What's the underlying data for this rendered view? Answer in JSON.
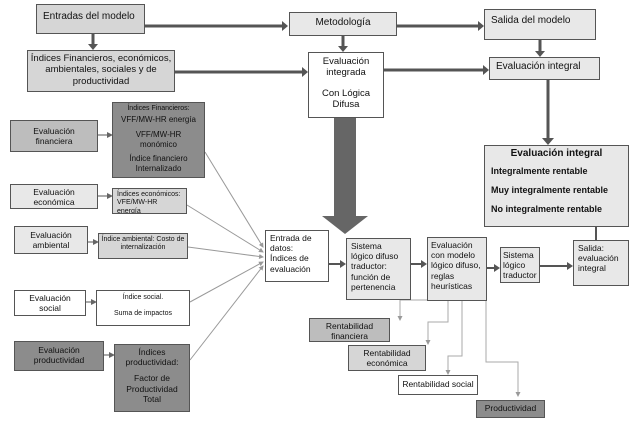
{
  "nodes": {
    "entradas": "Entradas del modelo",
    "metodologia": "Metodología",
    "salida_modelo": "Salida del modelo",
    "indices_top": "Índices Financieros, económicos, ambientales, sociales y de productividad",
    "eval_integrada": [
      "Evaluación",
      "integrada",
      "Con Lógica",
      "Difusa"
    ],
    "eval_integral_top": "Evaluación integral",
    "result": [
      "Evaluación integral",
      "Integralmente rentable",
      "Muy integralmente rentable",
      "No integralmente rentable"
    ],
    "eval_financiera": [
      "Evaluación",
      "financiera"
    ],
    "ind_financieros": [
      "Índices Financieros:",
      "VFF/MW-HR energía",
      "VFF/MW-HR",
      "monómico",
      "Índice financiero",
      "Internalizado"
    ],
    "eval_economica": [
      "Evaluación",
      "económica"
    ],
    "ind_economicos": [
      "Índices económicos:",
      "VFE/MW-HR energía"
    ],
    "eval_ambiental": [
      "Evaluación",
      "ambiental"
    ],
    "ind_ambiental": [
      "Índice ambiental: Costo de",
      "internalización"
    ],
    "eval_social": [
      "Evaluación",
      "social"
    ],
    "ind_social": [
      "Índice social.",
      "Suma de impactos"
    ],
    "eval_productividad": [
      "Evaluación",
      "productividad"
    ],
    "ind_productividad": [
      "Índices",
      "productividad:",
      "Factor de",
      "Productividad",
      "Total"
    ],
    "entrada_datos": [
      "Entrada de",
      "datos:",
      "Índices de",
      "evaluación"
    ],
    "sistema_difuso": [
      "Sistema",
      "lógico difuso",
      "traductor:",
      "función de",
      "pertenencia"
    ],
    "eval_modelo": [
      "Evaluación",
      "con modelo",
      "lógico difuso,",
      "reglas",
      "heurísticas"
    ],
    "sistema_traductor": [
      "Sistema",
      "lógico",
      "traductor"
    ],
    "salida": [
      "Salida:",
      "evaluación",
      "integral"
    ],
    "rent_financiera": [
      "Rentabilidad",
      "financiera"
    ],
    "rent_economica": [
      "Rentabilidad",
      "económica"
    ],
    "rent_social": "Rentabilidad social",
    "productividad": "Productividad"
  },
  "colors": {
    "light": "#d6d6d6",
    "medium": "#bdbdbd",
    "dark": "#8c8c8c",
    "arrow": "#555555",
    "line": "#888888"
  }
}
